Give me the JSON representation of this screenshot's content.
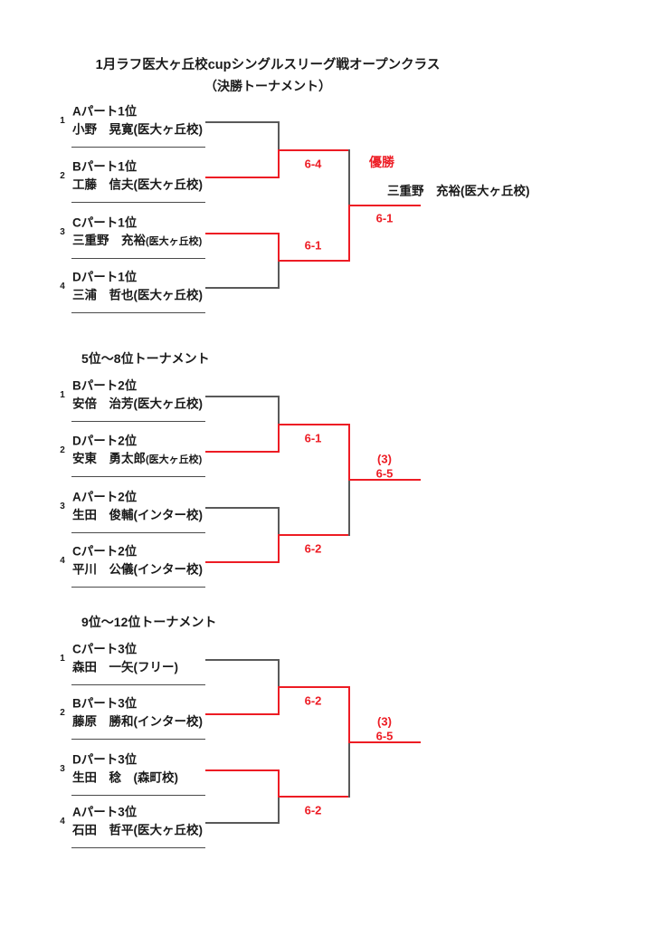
{
  "page": {
    "title": "1月ラフ医大ヶ丘校cupシングルスリーグ戦オープンクラス",
    "subtitle": "（決勝トーナメント）"
  },
  "colors": {
    "red": "#ed1c24",
    "line": "#595959",
    "underline": "#4a4a4a",
    "text": "#1a1a1a"
  },
  "brackets": [
    {
      "name": "final",
      "title": "",
      "players": [
        {
          "seed": "1",
          "part": "Aパート1位",
          "name": "小野　晃寛",
          "club": "(医大ヶ丘校)",
          "club_small": false
        },
        {
          "seed": "2",
          "part": "Bパート1位",
          "name": "工藤　信夫",
          "club": "(医大ヶ丘校)",
          "club_small": false
        },
        {
          "seed": "3",
          "part": "Cパート1位",
          "name": "三重野　充裕",
          "club": "(医大ヶ丘校)",
          "club_small": true
        },
        {
          "seed": "4",
          "part": "Dパート1位",
          "name": "三浦　哲也",
          "club": "(医大ヶ丘校)",
          "club_small": false
        }
      ],
      "matches": {
        "sf1": {
          "score_lines": [
            "6-4"
          ],
          "winner": "bottom",
          "score_side": "below"
        },
        "sf2": {
          "score_lines": [
            "6-1"
          ],
          "winner": "top",
          "score_side": "above"
        },
        "final": {
          "score_lines": [
            "6-1"
          ],
          "winner": "bottom",
          "score_side": "below"
        }
      },
      "champion": {
        "label": "優勝",
        "name": "三重野　充裕(医大ヶ丘校)"
      }
    },
    {
      "name": "places-5-8",
      "title": "5位～8位トーナメント",
      "players": [
        {
          "seed": "1",
          "part": "Bパート2位",
          "name": "安倍　治芳",
          "club": "(医大ヶ丘校)",
          "club_small": false
        },
        {
          "seed": "2",
          "part": "Dパート2位",
          "name": "安東　勇太郎",
          "club": "(医大ヶ丘校)",
          "club_small": true
        },
        {
          "seed": "3",
          "part": "Aパート2位",
          "name": "生田　俊輔",
          "club": "(インター校)",
          "club_small": false
        },
        {
          "seed": "4",
          "part": "Cパート2位",
          "name": "平川　公儀",
          "club": "(インター校)",
          "club_small": false
        }
      ],
      "matches": {
        "sf1": {
          "score_lines": [
            "6-1"
          ],
          "winner": "bottom",
          "score_side": "below"
        },
        "sf2": {
          "score_lines": [
            "6-2"
          ],
          "winner": "bottom",
          "score_side": "below"
        },
        "final": {
          "score_lines": [
            "(3)",
            "6-5"
          ],
          "winner": "top",
          "score_side": "above"
        }
      },
      "champion": null
    },
    {
      "name": "places-9-12",
      "title": "9位～12位トーナメント",
      "players": [
        {
          "seed": "1",
          "part": "Cパート3位",
          "name": "森田　一矢",
          "club": "(フリー)",
          "club_small": false
        },
        {
          "seed": "2",
          "part": "Bパート3位",
          "name": "藤原　勝和",
          "club": "(インター校)",
          "club_small": false
        },
        {
          "seed": "3",
          "part": "Dパート3位",
          "name": "生田　稔　",
          "club": "(森町校)",
          "club_small": false
        },
        {
          "seed": "4",
          "part": "Aパート3位",
          "name": "石田　哲平",
          "club": "(医大ヶ丘校)",
          "club_small": false
        }
      ],
      "matches": {
        "sf1": {
          "score_lines": [
            "6-2"
          ],
          "winner": "bottom",
          "score_side": "below"
        },
        "sf2": {
          "score_lines": [
            "6-2"
          ],
          "winner": "top",
          "score_side": "below"
        },
        "final": {
          "score_lines": [
            "(3)",
            "6-5"
          ],
          "winner": "top",
          "score_side": "above"
        }
      },
      "champion": null
    }
  ]
}
